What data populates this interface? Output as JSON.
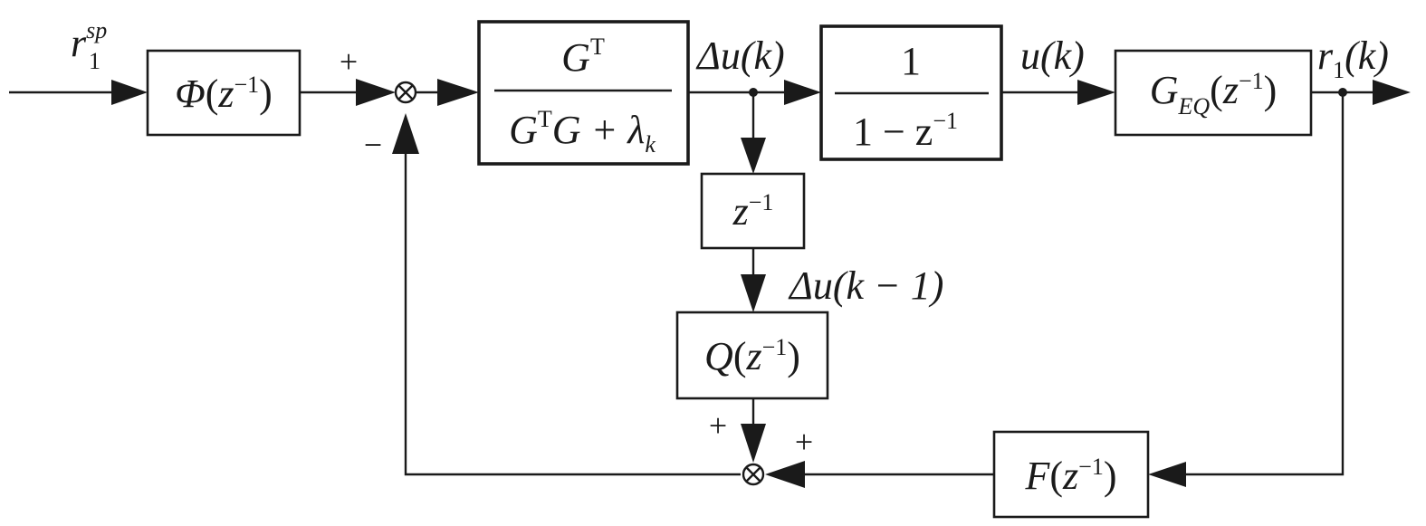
{
  "inputs": {
    "reference": {
      "base": "r",
      "sub": "1",
      "sup": "sp"
    }
  },
  "blocks": {
    "phi": {
      "name": "Φ",
      "arg": "z",
      "exp": "−1"
    },
    "gain": {
      "num_base": "G",
      "num_sup": "T",
      "den_a": "G",
      "den_a_sup": "T",
      "den_b": "G + λ",
      "den_sub": "k"
    },
    "integrator": {
      "num": "1",
      "den": "1 − z",
      "den_exp": "−1"
    },
    "plant": {
      "base": "G",
      "sub": "EQ",
      "arg": "z",
      "exp": "−1"
    },
    "delay": {
      "base": "z",
      "exp": "−1"
    },
    "q": {
      "name": "Q",
      "arg": "z",
      "exp": "−1"
    },
    "f": {
      "name": "F",
      "arg": "z",
      "exp": "−1"
    }
  },
  "signals": {
    "du": "Δu(k)",
    "u": "u(k)",
    "r1": {
      "base": "r",
      "sub": "1",
      "arg": "(k)"
    },
    "du_prev": "Δu(k − 1)"
  },
  "signs": {
    "sum1_top": "+",
    "sum1_bottom": "−",
    "sum2_top": "+",
    "sum2_right": "+"
  }
}
